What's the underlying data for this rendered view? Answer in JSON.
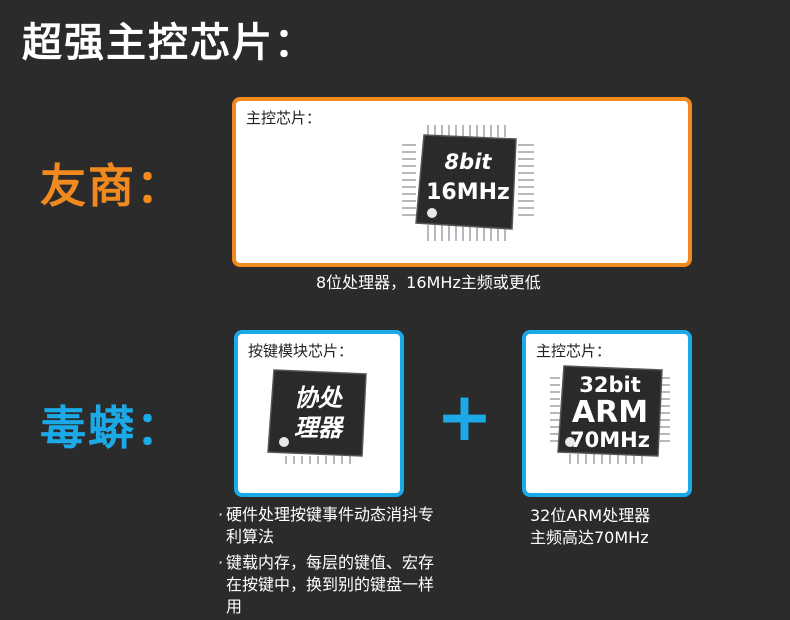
{
  "title": "超强主控芯片：",
  "colors": {
    "orange": "#f08a1e",
    "blue": "#1ba9e8",
    "background": "#2b2b2b"
  },
  "competitor": {
    "label": "友商：",
    "card_title": "主控芯片：",
    "chip_line1": "8bit",
    "chip_line2": "16MHz",
    "caption": "8位处理器，16MHz主频或更低"
  },
  "dumang": {
    "label": "毒蟒：",
    "plus": "+",
    "key_card": {
      "card_title": "按键模块芯片：",
      "chip_line1": "协处",
      "chip_line2": "理器",
      "bullets": [
        "·",
        "硬件处理按键事件动态消抖专利算法",
        "·",
        "键载内存，每层的键值、宏存在按键中，换到别的键盘一样用"
      ]
    },
    "main_card": {
      "card_title": "主控芯片：",
      "chip_line1": "32bit",
      "chip_line2": "ARM",
      "chip_line3": "70MHz",
      "caption_line1": "32位ARM处理器",
      "caption_line2": "主频高达70MHz"
    }
  }
}
